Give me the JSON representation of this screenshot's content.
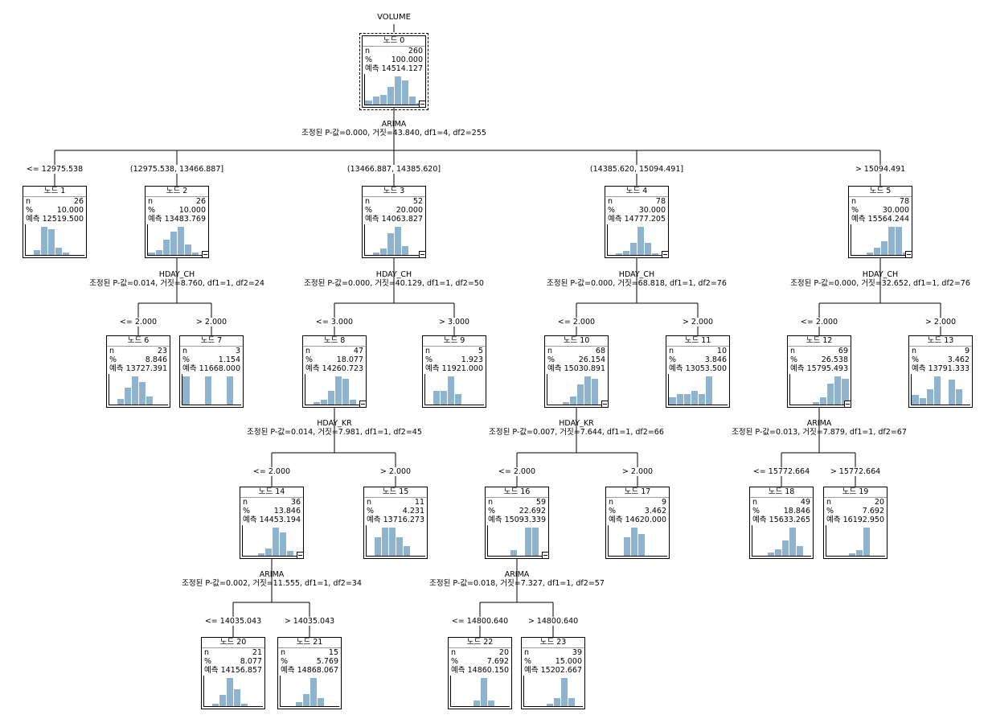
{
  "title": "VOLUME",
  "labels": {
    "n": "n",
    "pct": "%",
    "pred": "예측"
  },
  "bar_color": "#8db3cf",
  "nodes": [
    {
      "name": "노드 0",
      "n": "260",
      "pct": "100.000",
      "pred": "14514.127",
      "hist": [
        2,
        4,
        5,
        9,
        14,
        12,
        4,
        1
      ],
      "collapsible": true,
      "root": true
    },
    {
      "name": "노드 1",
      "n": "26",
      "pct": "10.000",
      "pred": "12519.500",
      "hist": [
        0,
        2,
        12,
        11,
        3,
        1,
        0,
        0
      ]
    },
    {
      "name": "노드 2",
      "n": "26",
      "pct": "10.000",
      "pred": "13483.769",
      "hist": [
        1,
        2,
        6,
        9,
        11,
        4,
        1,
        0
      ],
      "collapsible": true
    },
    {
      "name": "노드 3",
      "n": "52",
      "pct": "20.000",
      "pred": "14063.827",
      "hist": [
        0,
        1,
        3,
        10,
        13,
        4,
        0,
        0
      ],
      "collapsible": true
    },
    {
      "name": "노드 4",
      "n": "78",
      "pct": "30.000",
      "pred": "14777.205",
      "hist": [
        0,
        1,
        2,
        6,
        14,
        6,
        1,
        0
      ],
      "collapsible": true
    },
    {
      "name": "노드 5",
      "n": "78",
      "pct": "30.000",
      "pred": "15564.244",
      "hist": [
        0,
        0,
        1,
        3,
        6,
        12,
        12,
        1
      ],
      "collapsible": true
    },
    {
      "name": "노드 6",
      "n": "23",
      "pct": "8.846",
      "pred": "13727.391",
      "hist": [
        0,
        2,
        6,
        10,
        8,
        3,
        0,
        0
      ]
    },
    {
      "name": "노드 7",
      "n": "3",
      "pct": "1.154",
      "pred": "11668.000",
      "hist": [
        10,
        0,
        0,
        10,
        0,
        0,
        10,
        0
      ]
    },
    {
      "name": "노드 8",
      "n": "47",
      "pct": "18.077",
      "pred": "14260.723",
      "hist": [
        0,
        1,
        2,
        6,
        12,
        11,
        2,
        0
      ],
      "collapsible": true
    },
    {
      "name": "노드 9",
      "n": "5",
      "pct": "1.923",
      "pred": "11921.000",
      "hist": [
        0,
        4,
        4,
        8,
        3,
        0,
        0,
        0
      ]
    },
    {
      "name": "노드 10",
      "n": "68",
      "pct": "26.154",
      "pred": "15030.891",
      "hist": [
        0,
        0,
        1,
        3,
        8,
        11,
        10,
        0
      ],
      "collapsible": true
    },
    {
      "name": "노드 11",
      "n": "10",
      "pct": "3.846",
      "pred": "13053.500",
      "hist": [
        2,
        3,
        3,
        4,
        3,
        8,
        0,
        0
      ]
    },
    {
      "name": "노드 12",
      "n": "69",
      "pct": "26.538",
      "pred": "15795.493",
      "hist": [
        0,
        0,
        0,
        1,
        3,
        9,
        12,
        11
      ],
      "collapsible": true
    },
    {
      "name": "노드 13",
      "n": "9",
      "pct": "3.462",
      "pred": "13791.333",
      "hist": [
        3,
        2,
        5,
        9,
        0,
        8,
        5,
        0
      ]
    },
    {
      "name": "노드 14",
      "n": "36",
      "pct": "13.846",
      "pred": "14453.194",
      "hist": [
        0,
        0,
        1,
        3,
        12,
        10,
        2,
        0
      ],
      "collapsible": true
    },
    {
      "name": "노드 15",
      "n": "11",
      "pct": "4.231",
      "pred": "13716.273",
      "hist": [
        0,
        2,
        3,
        3,
        2,
        1,
        0,
        0
      ]
    },
    {
      "name": "노드 16",
      "n": "59",
      "pct": "22.692",
      "pred": "15093.339",
      "hist": [
        0,
        0,
        0,
        2,
        0,
        10,
        10,
        0
      ],
      "collapsible": true
    },
    {
      "name": "노드 17",
      "n": "9",
      "pct": "3.462",
      "pred": "14620.000",
      "hist": [
        0,
        0,
        6,
        9,
        7,
        0,
        0,
        0
      ]
    },
    {
      "name": "노드 18",
      "n": "49",
      "pct": "18.846",
      "pred": "15633.265",
      "hist": [
        0,
        0,
        1,
        2,
        5,
        9,
        3,
        0
      ]
    },
    {
      "name": "노드 19",
      "n": "20",
      "pct": "7.692",
      "pred": "16192.950",
      "hist": [
        0,
        0,
        0,
        1,
        2,
        10,
        0,
        0
      ]
    },
    {
      "name": "노드 20",
      "n": "21",
      "pct": "8.077",
      "pred": "14156.857",
      "hist": [
        0,
        1,
        4,
        10,
        6,
        1,
        0,
        0
      ]
    },
    {
      "name": "노드 21",
      "n": "15",
      "pct": "5.769",
      "pred": "14868.067",
      "hist": [
        0,
        0,
        1,
        3,
        7,
        2,
        0,
        0
      ]
    },
    {
      "name": "노드 22",
      "n": "20",
      "pct": "7.692",
      "pred": "14860.150",
      "hist": [
        0,
        0,
        0,
        2,
        10,
        2,
        0,
        0
      ]
    },
    {
      "name": "노드 23",
      "n": "39",
      "pct": "15.000",
      "pred": "15202.667",
      "hist": [
        0,
        0,
        0,
        1,
        3,
        10,
        3,
        0
      ]
    }
  ],
  "splits": [
    {
      "var": "ARIMA",
      "stat": "조정된 P-값=0.000, 거짓=43.840, df1=4, df2=255"
    },
    {
      "var": "HDAY_CH",
      "stat": "조정된 P-값=0.014, 거짓=8.760, df1=1, df2=24"
    },
    {
      "var": "HDAY_CH",
      "stat": "조정된 P-값=0.000, 거짓=40.129, df1=1, df2=50"
    },
    {
      "var": "HDAY_CH",
      "stat": "조정된 P-값=0.000, 거짓=68.818, df1=1, df2=76"
    },
    {
      "var": "HDAY_CH",
      "stat": "조정된 P-값=0.000, 거짓=32.652, df1=1, df2=76"
    },
    {
      "var": "HDAY_KR",
      "stat": "조정된 P-값=0.014, 거짓=7.981, df1=1, df2=45"
    },
    {
      "var": "HDAY_KR",
      "stat": "조정된 P-값=0.007, 거짓=7.644, df1=1, df2=66"
    },
    {
      "var": "ARIMA",
      "stat": "조정된 P-값=0.013, 거짓=7.879, df1=1, df2=67"
    },
    {
      "var": "ARIMA",
      "stat": "조정된 P-값=0.002, 거짓=11.555, df1=1, df2=34"
    },
    {
      "var": "ARIMA",
      "stat": "조정된 P-값=0.018, 거짓=7.327, df1=1, df2=57"
    }
  ],
  "edges": [
    "<= 12975.538",
    "(12975.538, 13466.887]",
    "(13466.887, 14385.620]",
    "(14385.620, 15094.491]",
    "> 15094.491",
    "<= 2.000",
    "> 2.000",
    "<= 3.000",
    "> 3.000",
    "<= 2.000",
    "> 2.000",
    "<= 2.000",
    "> 2.000",
    "<= 2.000",
    "> 2.000",
    "<= 2.000",
    "> 2.000",
    "<= 15772.664",
    "> 15772.664",
    "<= 14035.043",
    "> 14035.043",
    "<= 14800.640",
    "> 14800.640"
  ]
}
